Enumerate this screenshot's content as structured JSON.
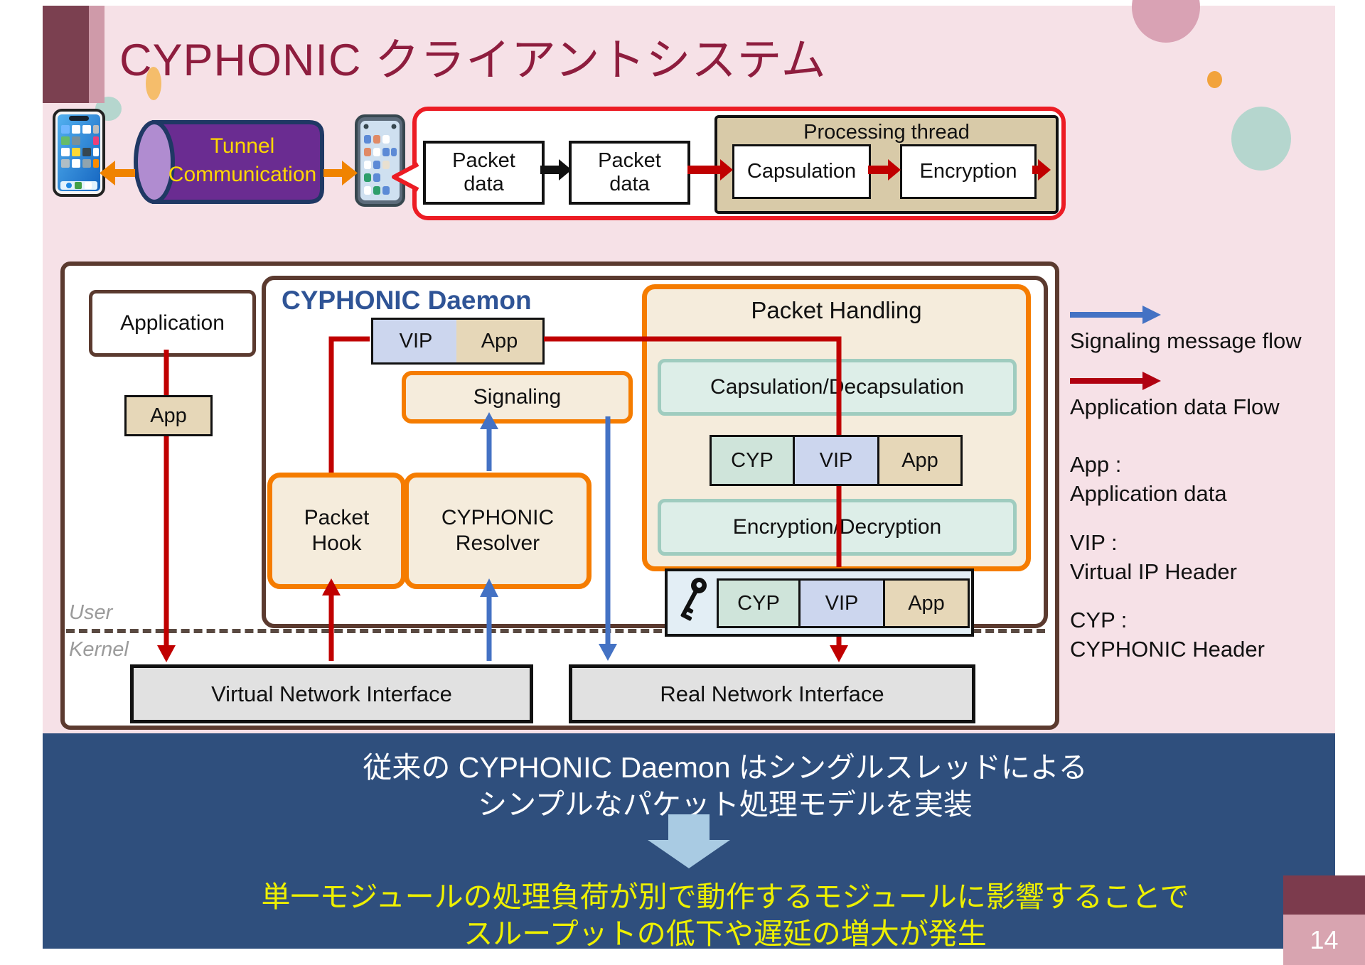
{
  "slide": {
    "title": "CYPHONIC クライアントシステム",
    "page_number": "14"
  },
  "top_flow": {
    "tunnel": {
      "line1": "Tunnel",
      "line2": "Communication"
    },
    "packet_box1": {
      "line1": "Packet",
      "line2": "data"
    },
    "packet_box2": {
      "line1": "Packet",
      "line2": "data"
    },
    "processing_thread": {
      "title": "Processing thread",
      "step1": "Capsulation",
      "step2": "Encryption"
    }
  },
  "diagram": {
    "application": "Application",
    "app_small": "App",
    "daemon_title": "CYPHONIC Daemon",
    "header_vip": "VIP",
    "header_app": "App",
    "signaling": "Signaling",
    "packet_hook": {
      "line1": "Packet",
      "line2": "Hook"
    },
    "resolver": {
      "line1": "CYPHONIC",
      "line2": "Resolver"
    },
    "packet_handling": {
      "title": "Packet Handling",
      "capsulation": "Capsulation/Decapsulation",
      "encryption": "Encryption/Decryption",
      "packet_cells": [
        "CYP",
        "VIP",
        "App"
      ]
    },
    "key_packet_cells": [
      "CYP",
      "VIP",
      "App"
    ],
    "user_label": "User",
    "kernel_label": "Kernel",
    "vni": "Virtual Network Interface",
    "rni": "Real Network Interface"
  },
  "legend": {
    "signaling_flow": "Signaling message flow",
    "application_flow": "Application data Flow",
    "definitions": [
      {
        "term": "App :",
        "desc": "Application data"
      },
      {
        "term": "VIP :",
        "desc": "Virtual IP Header"
      },
      {
        "term": "CYP :",
        "desc": "CYPHONIC Header"
      }
    ]
  },
  "bottom": {
    "white_line1": "従来の CYPHONIC Daemon はシングルスレッドによる",
    "white_line2": "シンプルなパケット処理モデルを実装",
    "yellow_line1": "単一モジュールの処理負荷が別で動作するモジュールに影響することで",
    "yellow_line2": "スループットの低下や遅延の増大が発生"
  },
  "colors": {
    "title_text": "#8e1d3e",
    "pink_background": "#f6e1e7",
    "maroon_bar": "#7b4050",
    "brown_border": "#5b3a2f",
    "orange_border": "#f57c00",
    "red_flow": "#c00000",
    "blue_flow": "#4472c4",
    "daemon_title_text": "#2f5496",
    "tan_cell": "#e6d7b8",
    "vip_cell": "#ccd6ee",
    "cyp_cell": "#cfe4da",
    "panel_blue": "#2f4f7d",
    "panel_yellow_text": "#eef000",
    "tunnel_purple": "#6a2c91",
    "tunnel_text_yellow": "#ffd700"
  }
}
